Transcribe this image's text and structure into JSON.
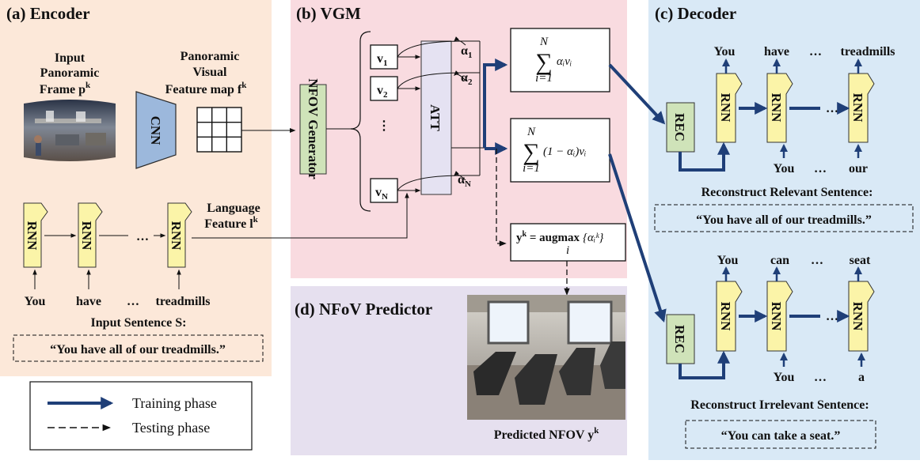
{
  "panels": {
    "encoder": "(a) Encoder",
    "vgm": "(b) VGM",
    "decoder": "(c) Decoder",
    "predictor": "(d) NFoV Predictor"
  },
  "encoder": {
    "input_frame": [
      "Input",
      "Panoramic",
      "Frame p"
    ],
    "input_frame_sup": "k",
    "cnn": "CNN",
    "feature_map": [
      "Panoramic",
      "Visual",
      "Feature map f"
    ],
    "feature_map_sup": "k",
    "language": [
      "Language",
      "Feature l"
    ],
    "language_sup": "k",
    "rnn": "RNN",
    "words": [
      "You",
      "have",
      "…",
      "treadmills"
    ],
    "ellipsis": "…",
    "input_sentence_label": "Input Sentence S:",
    "input_sentence": "“You have all of our treadmills.”"
  },
  "vgm": {
    "generator": "NFOV Generator",
    "v": [
      "v",
      "v",
      "v"
    ],
    "v_sub": [
      "1",
      "2",
      "N"
    ],
    "vdots": "⋮",
    "att": "ATT",
    "alpha": [
      "α",
      "α",
      "α"
    ],
    "alpha_sub": [
      "1",
      "2",
      "N"
    ],
    "sum_top": "N",
    "sum_bottom": "i=1",
    "sum_symbol": "∑",
    "relevant_term": "αᵢvᵢ",
    "irrelevant_term": "(1 − αᵢ)vᵢ",
    "argmax_y": "y",
    "argmax_sup": "k",
    "argmax_eq": " = augmax",
    "argmax_set": "{αᵢᵏ}",
    "argmax_under": "i"
  },
  "predictor": {
    "caption": "Predicted NFOV y",
    "caption_sup": "k"
  },
  "decoder": {
    "rec": "REC",
    "rnn": "RNN",
    "ellipsis": "…",
    "relevant_out": [
      "You",
      "have",
      "…",
      "treadmills"
    ],
    "relevant_in": [
      "You",
      "…",
      "our"
    ],
    "relevant_label": "Reconstruct Relevant Sentence:",
    "relevant_sentence": "“You have all of our treadmills.”",
    "irrelevant_out": [
      "You",
      "can",
      "…",
      "seat"
    ],
    "irrelevant_in": [
      "You",
      "…",
      "a"
    ],
    "irrelevant_label": "Reconstruct Irrelevant Sentence:",
    "irrelevant_sentence": "“You can take a seat.”"
  },
  "legend": {
    "training": "Training phase",
    "testing": "Testing phase"
  },
  "colors": {
    "encoder_bg": "#fce8d9",
    "vgm_bg": "#f9dbe0",
    "decoder_bg": "#d9e9f6",
    "predictor_bg": "#e6e0ef",
    "rnn_fill": "#fbf4a8",
    "rec_fill": "#cfe3b9",
    "cnn_fill": "#9cb8dc",
    "att_fill": "#e5e2f2",
    "training_arrow": "#1f3f78"
  }
}
